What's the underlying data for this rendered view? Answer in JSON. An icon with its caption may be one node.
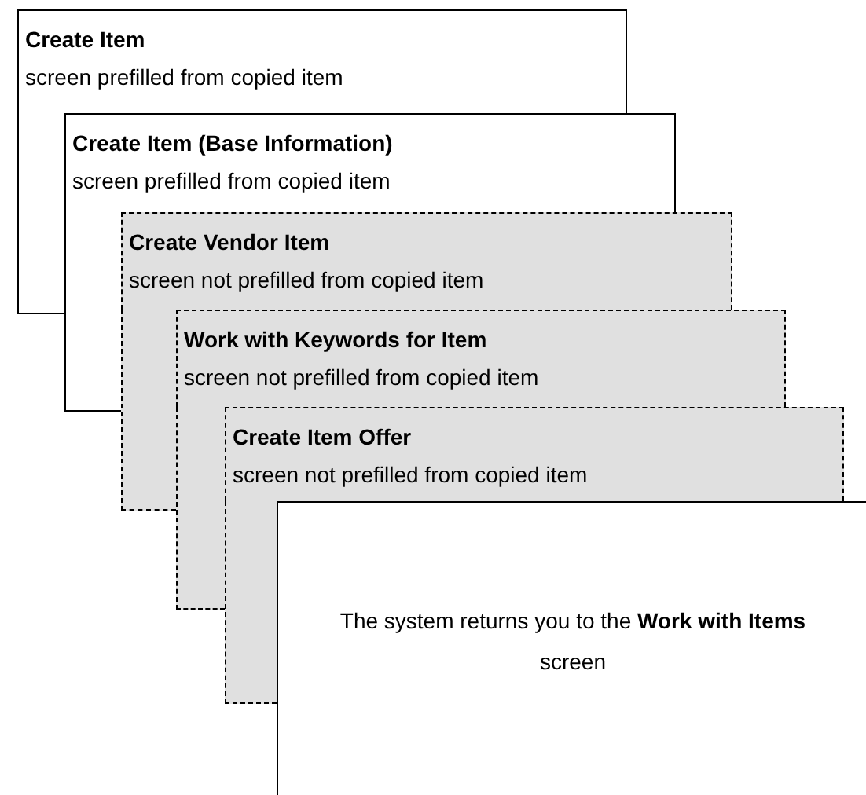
{
  "diagram": {
    "nodes": [
      {
        "text": [
          "Create Item",
          "screen prefilled from copied item"
        ]
      },
      {
        "text": [
          "Create Item (Base Information)",
          "screen prefilled from copied item"
        ]
      },
      {
        "text": [
          "Create Vendor Item",
          "screen not prefilled from copied item"
        ]
      },
      {
        "text": [
          "Work with Keywords for Item",
          "screen not prefilled from copied item"
        ]
      },
      {
        "text": [
          "Create Item Offer",
          "screen not prefilled from copied item"
        ]
      },
      {
        "text": [
          "The system returns you to the **Work with Items** screen"
        ]
      }
    ]
  }
}
